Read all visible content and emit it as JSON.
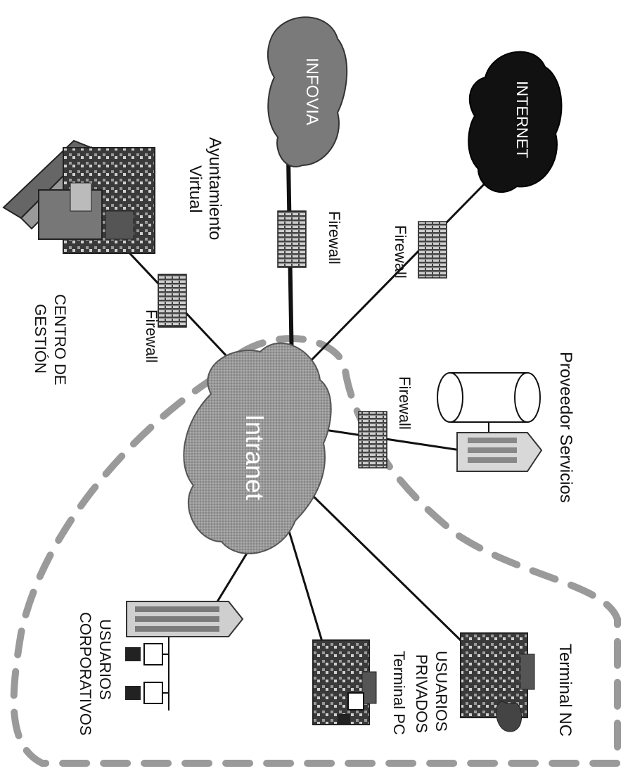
{
  "colors": {
    "intranet_cloud": "#8a8a8a",
    "infovia_cloud": "#7a7a7a",
    "internet_cloud": "#111111",
    "dashed_boundary": "#9a9a9a",
    "firewall_brick": "#555555"
  },
  "clouds": {
    "intranet": "Intranet",
    "infovia": "INFOVIA",
    "internet": "INTERNET"
  },
  "labels": {
    "ayuntamiento_line1": "Ayuntamiento",
    "ayuntamiento_line2": "Virtual",
    "centro_line1": "CENTRO DE",
    "centro_line2": "GESTIÓN",
    "proveedor": "Proveedor Servicios",
    "usuarios_privados_line1": "USUARIOS",
    "usuarios_privados_line2": "PRIVADOS",
    "usuarios_corporativos_line1": "USUARIOS",
    "usuarios_corporativos_line2": "CORPORATIVOS",
    "terminal_nc": "Terminal NC",
    "terminal_pc": "Terminal PC"
  },
  "firewalls": {
    "ayuntamiento": "Firewall",
    "infovia": "Firewall",
    "internet": "Firewall",
    "proveedor": "Firewall"
  },
  "icons": {
    "building": "ayuntamiento-building-icon",
    "database": "database-icon",
    "server": "server-icon",
    "terminal": "terminal-icon",
    "computer": "computer-icon",
    "firewall": "firewall-icon"
  }
}
